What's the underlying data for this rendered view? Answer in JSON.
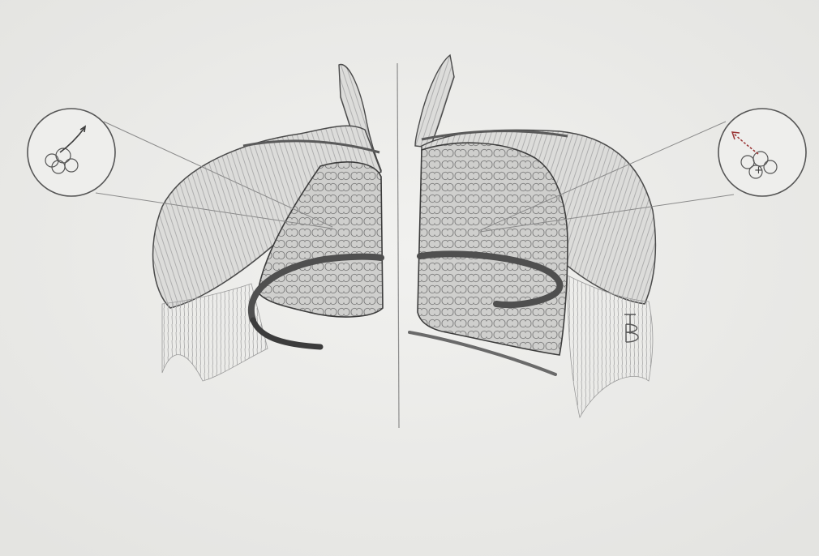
{
  "image": {
    "kind": "pencil-sketch",
    "subject": "thorax-muscles-lungs-diaphragm",
    "colors": {
      "paper": "#eeeeec",
      "paper_shade": "#e4e4e1",
      "pencil_dark": "#3c3c3c",
      "pencil_mid": "#6e6e6e",
      "pencil_light": "#a3a3a3",
      "lung_fill": "#cfcfcd",
      "muscle_fill": "#dcdcda",
      "red_arrow": "#9a3434"
    },
    "inset_left": {
      "icon": "alveoli-inhale-icon"
    },
    "inset_right": {
      "icon": "alveoli-exhale-icon",
      "glyph": "+"
    },
    "signature": {
      "icon": "artist-monogram-icon",
      "letters": "TB"
    }
  }
}
